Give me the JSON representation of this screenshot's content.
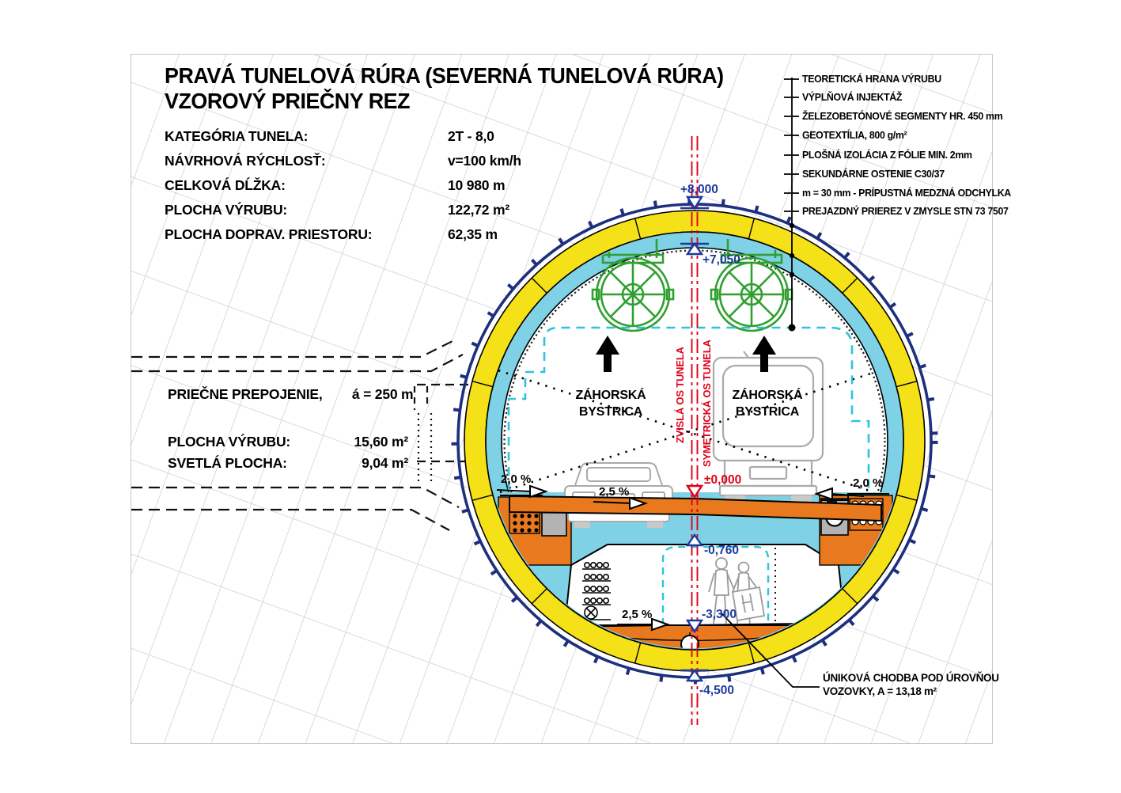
{
  "header": {
    "title_line1": "PRAVÁ TUNELOVÁ RÚRA (SEVERNÁ TUNELOVÁ RÚRA)",
    "title_line2": "VZOROVÝ PRIEČNY REZ"
  },
  "parameters": {
    "rows": [
      {
        "label": "KATEGÓRIA TUNELA:",
        "value": "2T - 8,0"
      },
      {
        "label": "NÁVRHOVÁ RÝCHLOSŤ:",
        "value": "v=100 km/h"
      },
      {
        "label": "CELKOVÁ DĹŽKA:",
        "value": "10 980 m"
      },
      {
        "label": "PLOCHA VÝRUBU:",
        "value": "122,72 m²"
      },
      {
        "label": "PLOCHA DOPRAV. PRIESTORU:",
        "value": "62,35 m"
      }
    ]
  },
  "legend": {
    "items": [
      "TEORETICKÁ HRANA VÝRUBU",
      "VÝPLŇOVÁ INJEKTÁŽ",
      "ŽELEZOBETÓNOVÉ SEGMENTY HR. 450 mm",
      "GEOTEXTÍLIA, 800 g/m²",
      "PLOŠNÁ IZOLÁCIA Z FÓLIE MIN. 2mm",
      "SEKUNDÁRNE OSTENIE C30/37",
      "m = 30 mm -  PRÍPUSTNÁ MEDZNÁ ODCHYLKA",
      "PREJAZDNÝ PRIEREZ V ZMYSLE STN 73 7507"
    ]
  },
  "cross_passage": {
    "name": "PRIEČNE PREPOJENIE,",
    "spacing": "á = 250 m",
    "rows": [
      {
        "label": "PLOCHA VÝRUBU:",
        "value": "15,60 m²"
      },
      {
        "label": "SVETLÁ PLOCHA:",
        "value": "9,04 m²"
      }
    ]
  },
  "axes": {
    "vertical_axis": "ZVISLÁ OS TUNELA",
    "symmetry_axis": "SYMETRICKÁ OS TUNELA"
  },
  "elevations": {
    "crown_excavation": "+8,000",
    "crown_lining": "+7,050",
    "road_level": "±0,000",
    "under_slab": "-0,760",
    "escape_floor": "-3,300",
    "invert_bottom": "-4,500"
  },
  "destination": {
    "line1": "ZÁHORSKÁ",
    "line2": "BYSTRICA"
  },
  "slopes": {
    "left_edge": "2,0 %",
    "lane": "2,5 %",
    "right_edge": "2,0 %",
    "escape_corridor": "2,5 %"
  },
  "escape_callout": {
    "line1": "ÚNIKOVÁ CHODBA POD ÚROVŇOU",
    "line2": "VOZOVKY, A = 13,18 m²"
  },
  "colors": {
    "excavation_navy": "#1e2f7d",
    "grout_yellow": "#f4e117",
    "segment_cyan": "#7fd2e6",
    "concrete_orange": "#e8791e",
    "axis_red": "#e10019",
    "fan_green": "#2fa02f",
    "clearance_cyan": "#2cc4dc",
    "elevation_blue": "#1b3a9e"
  }
}
